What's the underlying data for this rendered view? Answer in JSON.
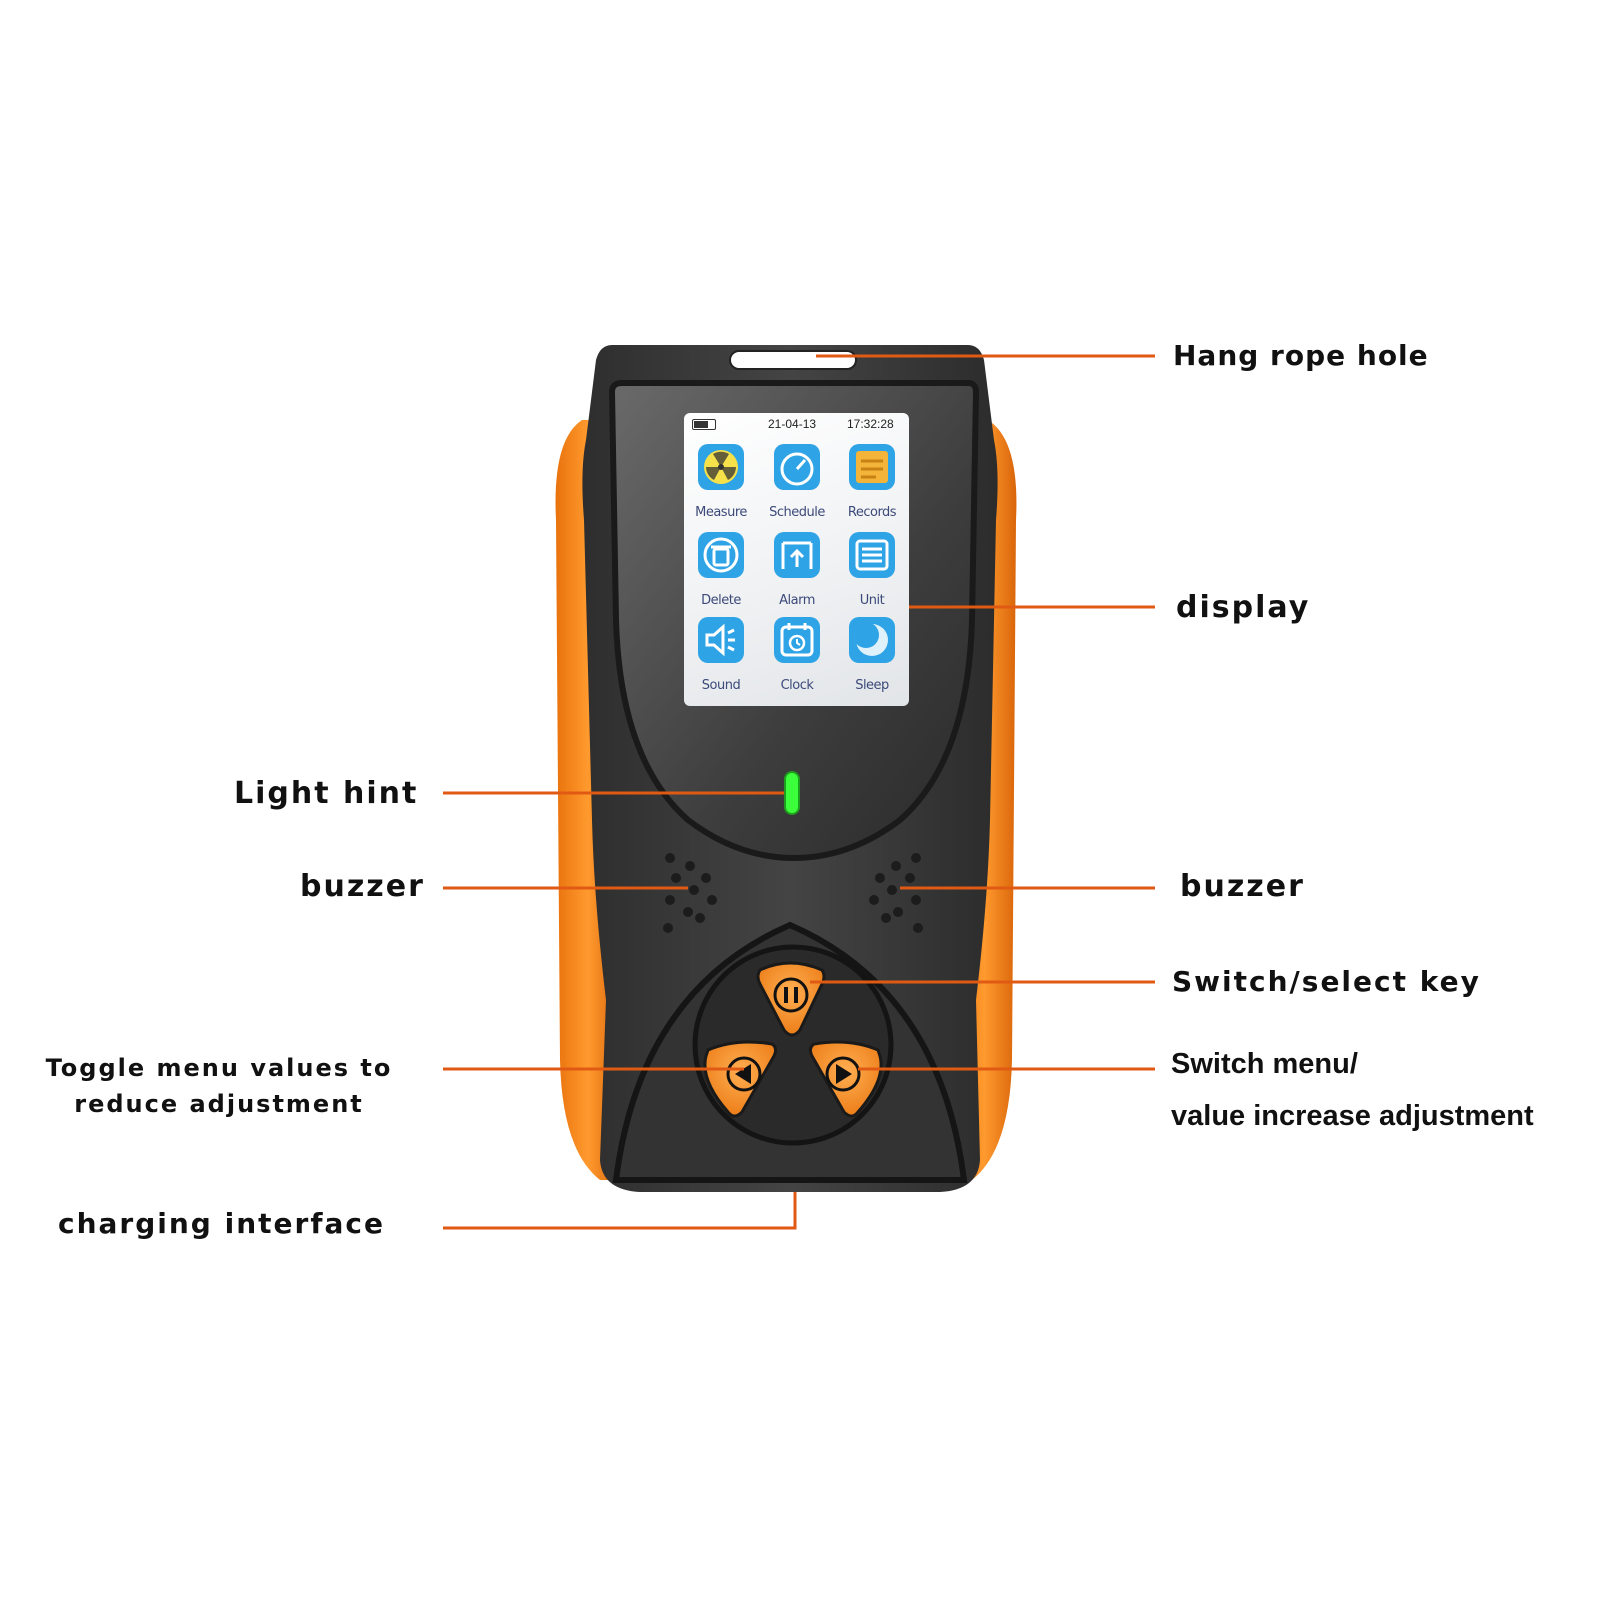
{
  "device": {
    "status_bar": {
      "date": "21-04-13",
      "time": "17:32:28"
    },
    "menu": [
      {
        "label": "Measure",
        "icon": "radiation-icon"
      },
      {
        "label": "Schedule",
        "icon": "gauge-icon"
      },
      {
        "label": "Records",
        "icon": "records-icon"
      },
      {
        "label": "Delete",
        "icon": "trash-icon"
      },
      {
        "label": "Alarm",
        "icon": "alarm-icon"
      },
      {
        "label": "Unit",
        "icon": "list-icon"
      },
      {
        "label": "Sound",
        "icon": "speaker-icon"
      },
      {
        "label": "Clock",
        "icon": "clock-icon"
      },
      {
        "label": "Sleep",
        "icon": "moon-icon"
      }
    ],
    "colors": {
      "body": "#3a3a3a",
      "accent": "#f28a1e",
      "led": "#3cff3c",
      "leader": "#e05a14"
    }
  },
  "callouts": {
    "hang_rope_hole": "Hang rope hole",
    "display": "display",
    "light_hint": "Light hint",
    "buzzer_left": "buzzer",
    "buzzer_right": "buzzer",
    "switch_select_key": "Switch/select key",
    "toggle_line1": "Toggle menu values to",
    "toggle_line2": "reduce adjustment",
    "switch_menu_line1": "Switch menu/",
    "switch_menu_line2": "value increase adjustment",
    "charging_interface": "charging interface"
  }
}
